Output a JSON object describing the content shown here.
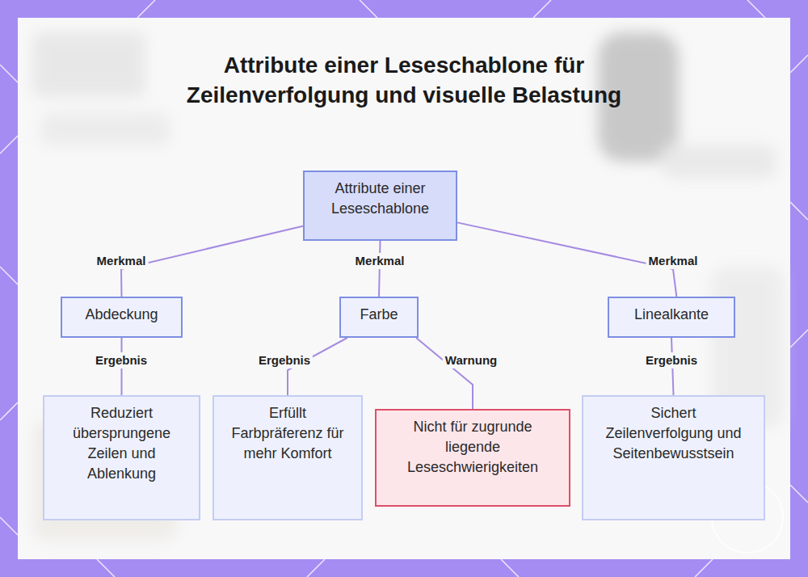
{
  "diagram": {
    "title": "Attribute einer Leseschablone für Zeilenverfolgung und visuelle Belastung",
    "nodes": [
      {
        "text": [
          "Attribute einer Leseschablone"
        ]
      },
      {
        "text": [
          "Abdeckung"
        ]
      },
      {
        "text": [
          "Farbe"
        ]
      },
      {
        "text": [
          "Linealkante"
        ]
      },
      {
        "text": [
          "Reduziert übersprungene Zeilen und Ablenkung"
        ]
      },
      {
        "text": [
          "Erfüllt Farbpräferenz für mehr Komfort"
        ]
      },
      {
        "text": [
          "Nicht für zugrunde liegende Leseschwierigkeiten"
        ]
      },
      {
        "text": [
          "Sichert Zeilenverfolgung und Seitenbewusstsein"
        ]
      }
    ],
    "edges": [
      {
        "from": 0,
        "to": 1,
        "label": "Merkmal",
        "arrow": "none"
      },
      {
        "from": 0,
        "to": 2,
        "label": "Merkmal",
        "arrow": "none"
      },
      {
        "from": 0,
        "to": 3,
        "label": "Merkmal",
        "arrow": "none"
      },
      {
        "from": 1,
        "to": 4,
        "label": "Ergebnis",
        "arrow": "none"
      },
      {
        "from": 2,
        "to": 5,
        "label": "Ergebnis",
        "arrow": "none"
      },
      {
        "from": 2,
        "to": 6,
        "label": "Warnung",
        "arrow": "none"
      },
      {
        "from": 3,
        "to": 7,
        "label": "Ergebnis",
        "arrow": "none"
      }
    ]
  }
}
